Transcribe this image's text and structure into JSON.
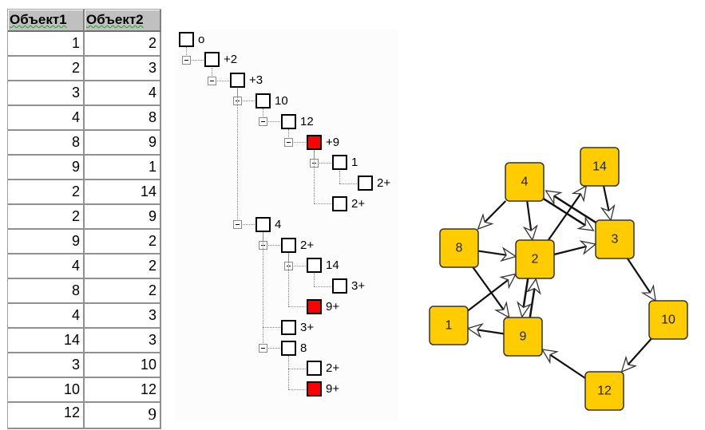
{
  "table": {
    "headers": [
      "Объект1",
      "Объект2"
    ],
    "rows": [
      [
        1,
        2
      ],
      [
        2,
        3
      ],
      [
        3,
        4
      ],
      [
        4,
        8
      ],
      [
        8,
        9
      ],
      [
        9,
        1
      ],
      [
        2,
        14
      ],
      [
        2,
        9
      ],
      [
        9,
        2
      ],
      [
        4,
        2
      ],
      [
        8,
        2
      ],
      [
        4,
        3
      ],
      [
        14,
        3
      ],
      [
        3,
        10
      ],
      [
        10,
        12
      ],
      [
        12,
        9
      ]
    ]
  },
  "tree": {
    "nodes": [
      {
        "id": "n0",
        "label": "о",
        "depth": 0,
        "red": false,
        "parent": null,
        "expandable": false
      },
      {
        "id": "n1",
        "label": "+2",
        "depth": 1,
        "red": false,
        "parent": "n0",
        "expandable": true
      },
      {
        "id": "n2",
        "label": "+3",
        "depth": 2,
        "red": false,
        "parent": "n1",
        "expandable": true
      },
      {
        "id": "n3",
        "label": "10",
        "depth": 3,
        "red": false,
        "parent": "n2",
        "expandable": true
      },
      {
        "id": "n4",
        "label": "12",
        "depth": 4,
        "red": false,
        "parent": "n3",
        "expandable": true
      },
      {
        "id": "n5",
        "label": "+9",
        "depth": 5,
        "red": true,
        "parent": "n4",
        "expandable": true
      },
      {
        "id": "n6",
        "label": "1",
        "depth": 6,
        "red": false,
        "parent": "n5",
        "expandable": true
      },
      {
        "id": "n7",
        "label": "2+",
        "depth": 7,
        "red": false,
        "parent": "n6",
        "expandable": false
      },
      {
        "id": "n8",
        "label": "2+",
        "depth": 6,
        "red": false,
        "parent": "n5",
        "expandable": false
      },
      {
        "id": "n9",
        "label": "4",
        "depth": 3,
        "red": false,
        "parent": "n2",
        "expandable": true
      },
      {
        "id": "n10",
        "label": "2+",
        "depth": 4,
        "red": false,
        "parent": "n9",
        "expandable": true
      },
      {
        "id": "n11",
        "label": "14",
        "depth": 5,
        "red": false,
        "parent": "n10",
        "expandable": true
      },
      {
        "id": "n12",
        "label": "3+",
        "depth": 6,
        "red": false,
        "parent": "n11",
        "expandable": false
      },
      {
        "id": "n13",
        "label": "9+",
        "depth": 5,
        "red": true,
        "parent": "n10",
        "expandable": false
      },
      {
        "id": "n14",
        "label": "3+",
        "depth": 4,
        "red": false,
        "parent": "n9",
        "expandable": false
      },
      {
        "id": "n15",
        "label": "8",
        "depth": 4,
        "red": false,
        "parent": "n9",
        "expandable": true
      },
      {
        "id": "n16",
        "label": "2+",
        "depth": 5,
        "red": false,
        "parent": "n15",
        "expandable": false
      },
      {
        "id": "n17",
        "label": "9+",
        "depth": 5,
        "red": true,
        "parent": "n15",
        "expandable": false
      }
    ]
  },
  "graph": {
    "node_fill": "#ffcc00",
    "highlight_red": "#ff0000",
    "nodes": [
      {
        "id": "1",
        "label": "1"
      },
      {
        "id": "2",
        "label": "2"
      },
      {
        "id": "3",
        "label": "3"
      },
      {
        "id": "4",
        "label": "4"
      },
      {
        "id": "8",
        "label": "8"
      },
      {
        "id": "9",
        "label": "9"
      },
      {
        "id": "10",
        "label": "10"
      },
      {
        "id": "12",
        "label": "12"
      },
      {
        "id": "14",
        "label": "14"
      }
    ],
    "edges": [
      {
        "from": "1",
        "to": "2"
      },
      {
        "from": "2",
        "to": "3"
      },
      {
        "from": "3",
        "to": "4"
      },
      {
        "from": "4",
        "to": "8"
      },
      {
        "from": "8",
        "to": "9"
      },
      {
        "from": "9",
        "to": "1"
      },
      {
        "from": "2",
        "to": "14"
      },
      {
        "from": "2",
        "to": "9"
      },
      {
        "from": "9",
        "to": "2"
      },
      {
        "from": "4",
        "to": "2"
      },
      {
        "from": "8",
        "to": "2"
      },
      {
        "from": "4",
        "to": "3"
      },
      {
        "from": "14",
        "to": "3"
      },
      {
        "from": "3",
        "to": "10"
      },
      {
        "from": "10",
        "to": "12"
      },
      {
        "from": "12",
        "to": "9"
      }
    ]
  }
}
